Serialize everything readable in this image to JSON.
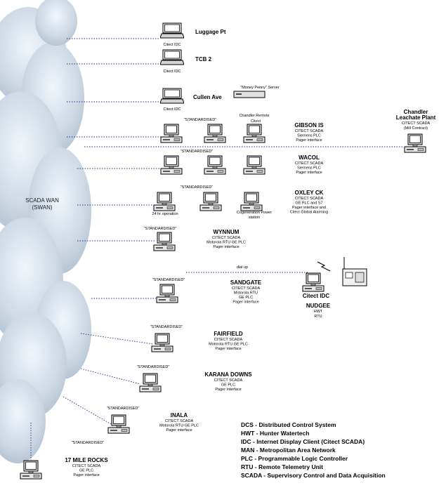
{
  "cloud": {
    "line1": "SCADA WAN",
    "line2": "(SWAN)"
  },
  "sites": [
    {
      "id": "luggage",
      "title": "Luggage Pt",
      "lines": [],
      "pcs": [
        "Citect IDC"
      ],
      "tag": ""
    },
    {
      "id": "tcb2",
      "title": "TCB 2",
      "lines": [],
      "pcs": [
        "Citect IDC"
      ],
      "tag": ""
    },
    {
      "id": "cullen",
      "title": "Cullen Ave",
      "lines": [],
      "pcs": [
        "Citect IDC"
      ],
      "tag": ""
    },
    {
      "id": "gibson",
      "title": "GIBSON IS",
      "lines": [
        "CITECT SCADA",
        "Siemens PLC",
        "Pager interface"
      ],
      "pcs": [
        "",
        "",
        "Citect"
      ],
      "tag": "\"STANDARDISED\""
    },
    {
      "id": "wacol",
      "title": "WACOL",
      "lines": [
        "CITECT SCADA",
        "Siemens PLC",
        "Pager interface"
      ],
      "pcs": [
        "",
        "",
        ""
      ],
      "tag": "\"STANDARDISED\""
    },
    {
      "id": "oxley",
      "title": "OXLEY CK",
      "lines": [
        "CITECT SCADA",
        "GE PLC and S7",
        "Pager interface and",
        "Citect Global Alarming"
      ],
      "pcs": [
        "",
        "",
        ""
      ],
      "tag": "\"STANDARDISED\""
    },
    {
      "id": "wynnum",
      "title": "WYNNUM",
      "lines": [
        "CITECT SCADA",
        "Motorola RTU GE PLC",
        "Pager interface"
      ],
      "pcs": [
        ""
      ],
      "tag": "\"STANDARDISED\""
    },
    {
      "id": "sandgate",
      "title": "SANDGATE",
      "lines": [
        "CITECT SCADA",
        "Motorola RTU",
        "GE PLC",
        "Pager interface"
      ],
      "pcs": [
        ""
      ],
      "tag": "\"STANDARDISED\""
    },
    {
      "id": "fairfield",
      "title": "FAIRFIELD",
      "lines": [
        "CITECT SCADA",
        "Motorola RTU GE PLC",
        "Pager interface"
      ],
      "pcs": [
        ""
      ],
      "tag": "\"STANDARDISED\""
    },
    {
      "id": "karana",
      "title": "KARANA DOWNS",
      "lines": [
        "CITECT SCADA",
        "GE PLC",
        "Pager interface"
      ],
      "pcs": [
        ""
      ],
      "tag": "\"STANDARDISED\""
    },
    {
      "id": "inala",
      "title": "INALA",
      "lines": [
        "CITECT SCADA",
        "Motorola RTU GE PLC",
        "Pager interface"
      ],
      "pcs": [
        ""
      ],
      "tag": "\"STANDARDISED\""
    },
    {
      "id": "rocks",
      "title": "17 MILE ROCKS",
      "lines": [
        "CITECT SCADA",
        "GE PLC",
        "Pager interface"
      ],
      "pcs": [
        ""
      ],
      "tag": "\"STANDARDISED\""
    }
  ],
  "extras": {
    "money_server": "\"Money Penny\" Server",
    "chandler_remote": "Chandler Remote",
    "chandler_title": "Chandler",
    "chandler_sub": "Leachate Plant",
    "chandler_line1": "CITECT SCADA",
    "chandler_line2": "(Mill Contract)",
    "oxley_note1": "24 hr operation",
    "oxley_note2": "Cogeneration Power",
    "oxley_note3": "station",
    "dial_up": "dial up",
    "nudgee_idc": "Citect IDC",
    "nudgee_title": "NUDGEE",
    "nudgee_line1": "HWT",
    "nudgee_line2": "RTU"
  },
  "legend": [
    "DCS - Distributed Control System",
    "HWT - Hunter Watertech",
    "IDC - Internet Display Client (Citect SCADA)",
    "MAN - Metropolitan Area Network",
    "PLC - Programmable Logic Controller",
    "RTU - Remote Telemetry Unit",
    "SCADA - Supervisory Control and Data Acquisition"
  ],
  "colors": {
    "cloud": "#c9d6e3",
    "cloud_light": "#e8eef5",
    "link": "#2a2a8a"
  }
}
